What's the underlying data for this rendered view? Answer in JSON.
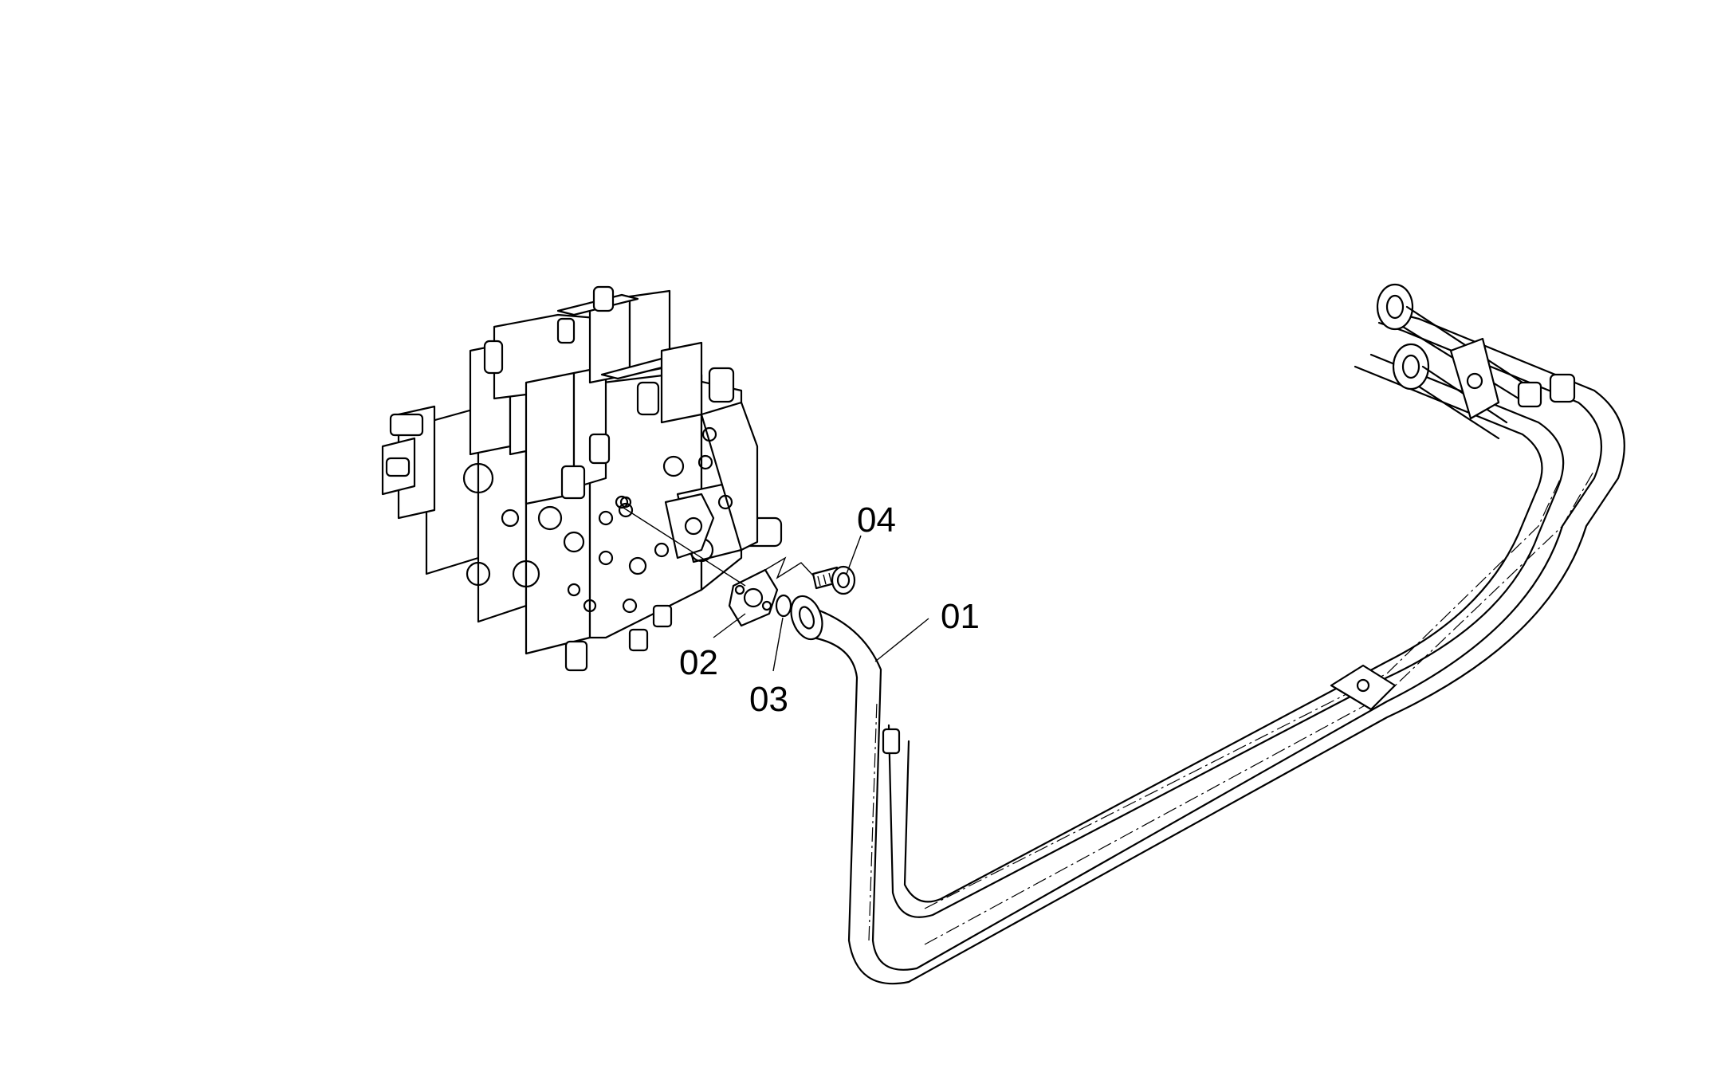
{
  "callouts": [
    {
      "id": "04",
      "label": "04"
    },
    {
      "id": "01",
      "label": "01"
    },
    {
      "id": "02",
      "label": "02"
    },
    {
      "id": "03",
      "label": "03"
    }
  ]
}
